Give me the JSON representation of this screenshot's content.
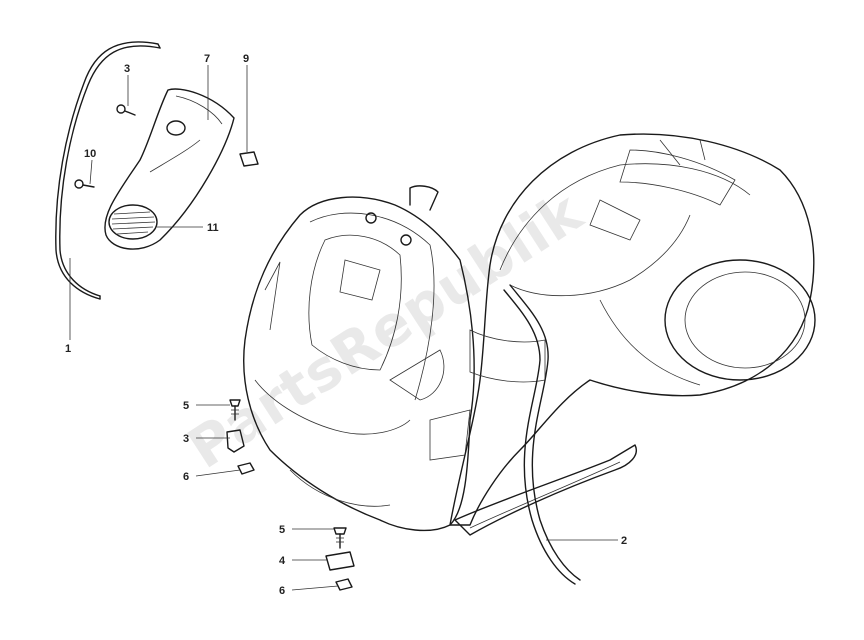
{
  "watermark": "PartsRepublik",
  "callouts": [
    {
      "id": "c1",
      "label": "1"
    },
    {
      "id": "c2",
      "label": "2"
    },
    {
      "id": "c3a",
      "label": "3"
    },
    {
      "id": "c3b",
      "label": "3"
    },
    {
      "id": "c4",
      "label": "4"
    },
    {
      "id": "c5a",
      "label": "5"
    },
    {
      "id": "c5b",
      "label": "5"
    },
    {
      "id": "c6a",
      "label": "6"
    },
    {
      "id": "c6b",
      "label": "6"
    },
    {
      "id": "c7",
      "label": "7"
    },
    {
      "id": "c9",
      "label": "9"
    },
    {
      "id": "c10",
      "label": "10"
    },
    {
      "id": "c11",
      "label": "11"
    }
  ]
}
